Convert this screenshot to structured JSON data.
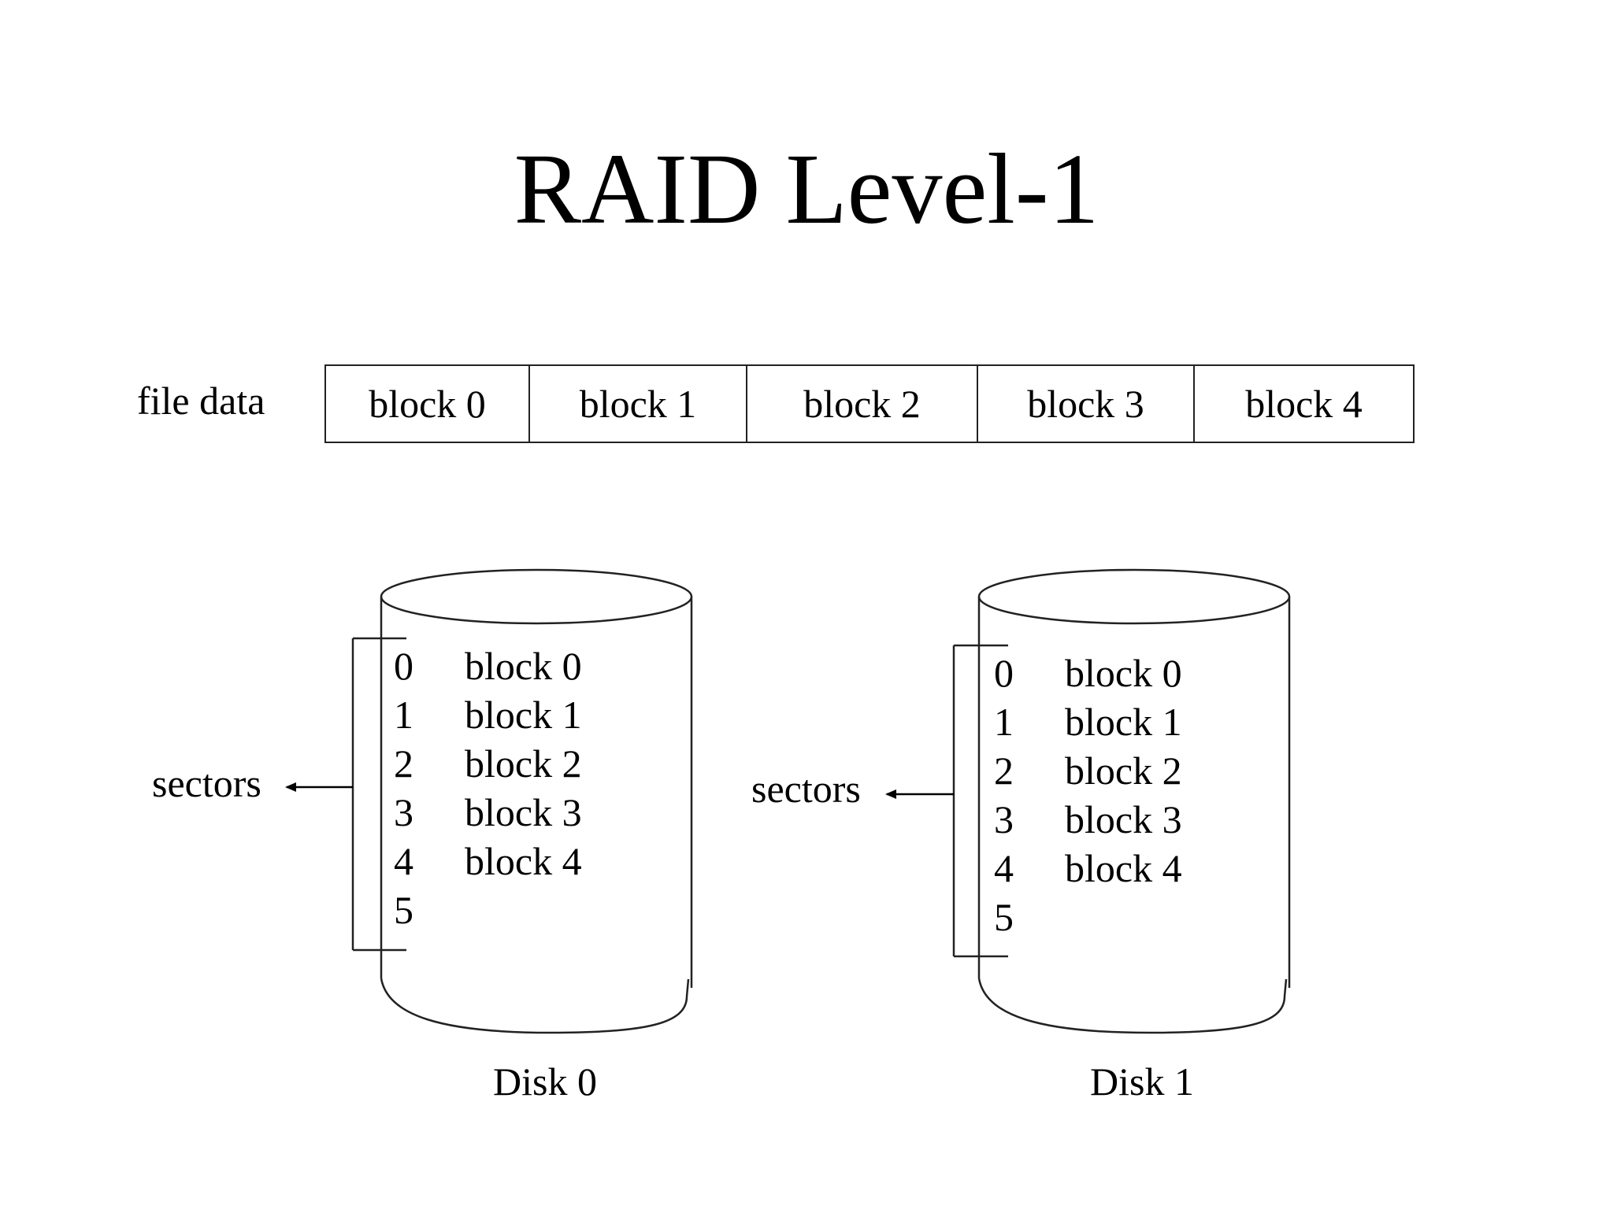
{
  "title": "RAID Level-1",
  "file_data": {
    "label": "file data",
    "blocks": [
      "block 0",
      "block 1",
      "block 2",
      "block 3",
      "block 4"
    ]
  },
  "disks": [
    {
      "label": "Disk 0",
      "sectors_label": "sectors",
      "sectors": [
        {
          "num": "0",
          "block": "block 0"
        },
        {
          "num": "1",
          "block": "block 1"
        },
        {
          "num": "2",
          "block": "block 2"
        },
        {
          "num": "3",
          "block": "block 3"
        },
        {
          "num": "4",
          "block": "block 4"
        },
        {
          "num": "5",
          "block": ""
        }
      ]
    },
    {
      "label": "Disk 1",
      "sectors_label": "sectors",
      "sectors": [
        {
          "num": "0",
          "block": "block 0"
        },
        {
          "num": "1",
          "block": "block 1"
        },
        {
          "num": "2",
          "block": "block 2"
        },
        {
          "num": "3",
          "block": "block 3"
        },
        {
          "num": "4",
          "block": "block 4"
        },
        {
          "num": "5",
          "block": ""
        }
      ]
    }
  ]
}
